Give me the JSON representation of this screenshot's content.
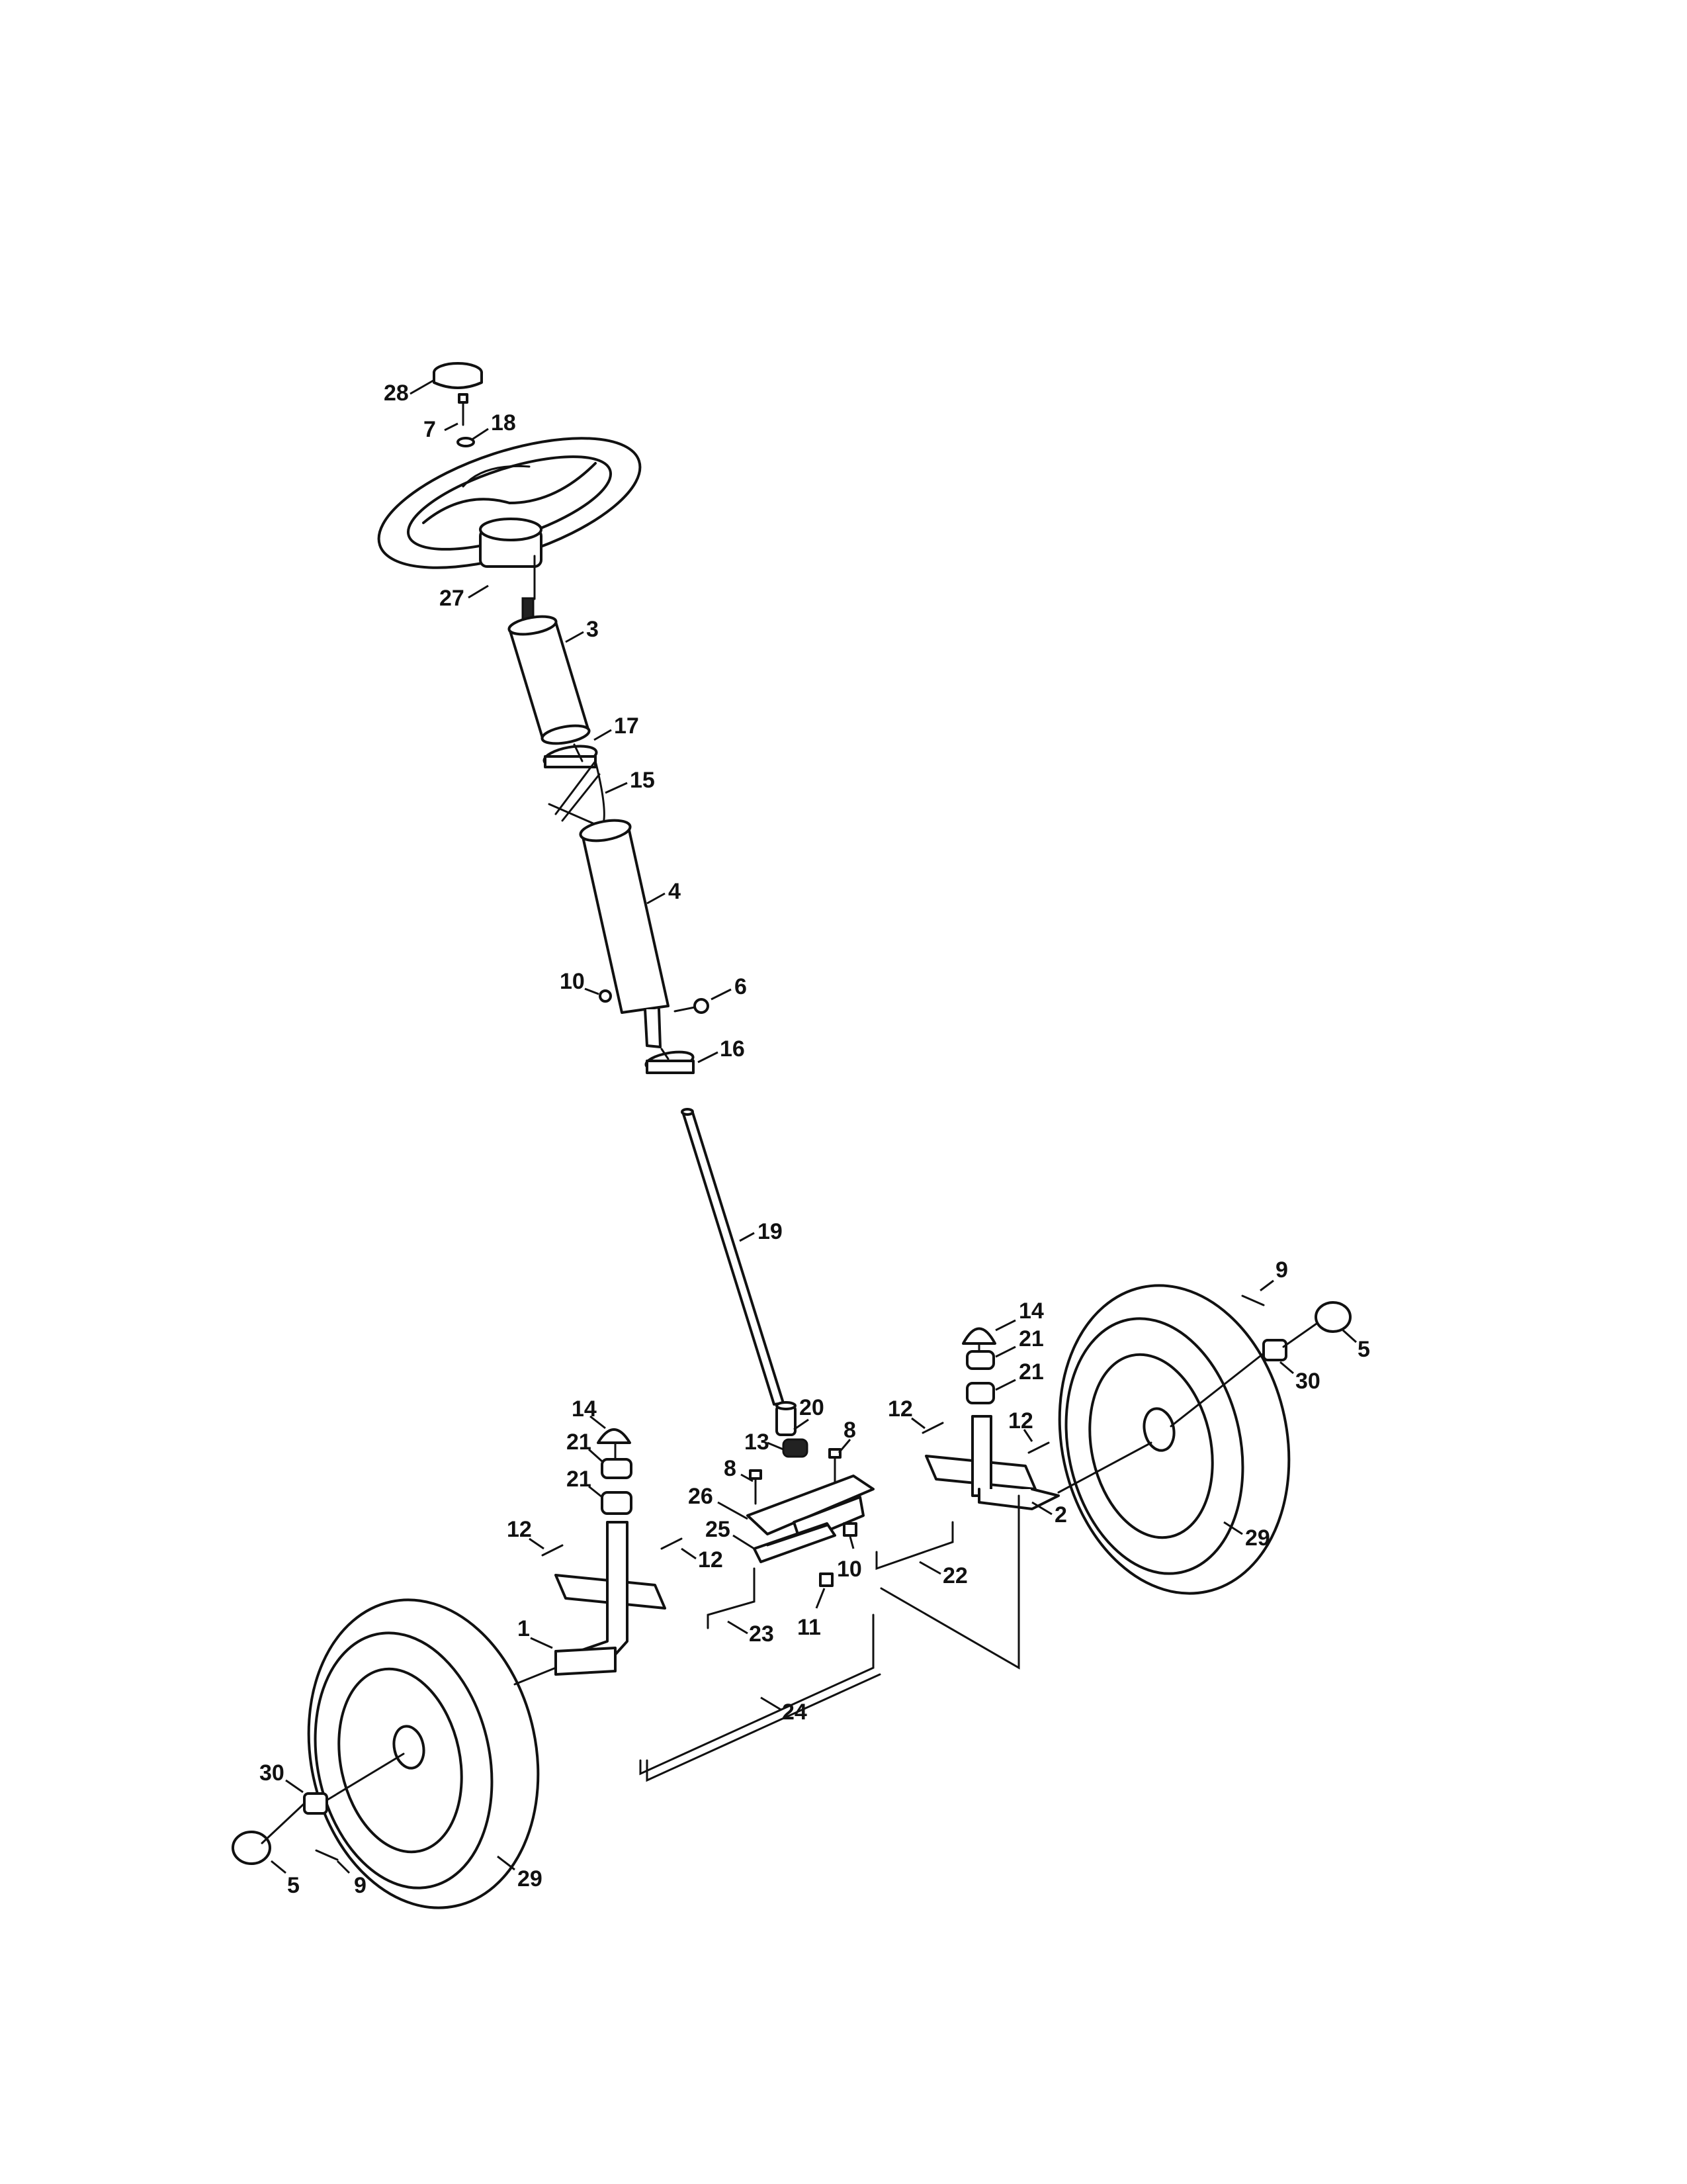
{
  "callouts": [
    {
      "id": "c28",
      "label": "28",
      "part": "steering-wheel-cap"
    },
    {
      "id": "c7",
      "label": "7",
      "part": "bolt"
    },
    {
      "id": "c18",
      "label": "18",
      "part": "washer"
    },
    {
      "id": "c27",
      "label": "27",
      "part": "steering-wheel"
    },
    {
      "id": "c3",
      "label": "3",
      "part": "upper-column-cover"
    },
    {
      "id": "c17",
      "label": "17",
      "part": "upper-bushing"
    },
    {
      "id": "c15",
      "label": "15",
      "part": "spring-clip"
    },
    {
      "id": "c4",
      "label": "4",
      "part": "lower-column-tube"
    },
    {
      "id": "c10a",
      "label": "10",
      "part": "nut"
    },
    {
      "id": "c6",
      "label": "6",
      "part": "bolt"
    },
    {
      "id": "c16",
      "label": "16",
      "part": "lower-bushing"
    },
    {
      "id": "c19",
      "label": "19",
      "part": "steering-shaft"
    },
    {
      "id": "c14a",
      "label": "14",
      "part": "cap"
    },
    {
      "id": "c21a",
      "label": "21",
      "part": "bushing"
    },
    {
      "id": "c21b",
      "label": "21",
      "part": "bushing"
    },
    {
      "id": "c12a",
      "label": "12",
      "part": "cotter-pin"
    },
    {
      "id": "c12b",
      "label": "12",
      "part": "cotter-pin"
    },
    {
      "id": "c1",
      "label": "1",
      "part": "left-spindle"
    },
    {
      "id": "c30a",
      "label": "30",
      "part": "washer"
    },
    {
      "id": "c5a",
      "label": "5",
      "part": "hub-cap"
    },
    {
      "id": "c9a",
      "label": "9",
      "part": "cotter-pin"
    },
    {
      "id": "c29a",
      "label": "29",
      "part": "front-wheel"
    },
    {
      "id": "c20",
      "label": "20",
      "part": "pinion-gear"
    },
    {
      "id": "c8a",
      "label": "8",
      "part": "bolt"
    },
    {
      "id": "c8b",
      "label": "8",
      "part": "bolt"
    },
    {
      "id": "c13",
      "label": "13",
      "part": "gear-bushing"
    },
    {
      "id": "c26",
      "label": "26",
      "part": "steering-bracket"
    },
    {
      "id": "c25",
      "label": "25",
      "part": "sector-gear"
    },
    {
      "id": "c10b",
      "label": "10",
      "part": "nut"
    },
    {
      "id": "c11",
      "label": "11",
      "part": "nut"
    },
    {
      "id": "c23",
      "label": "23",
      "part": "drag-link"
    },
    {
      "id": "c22",
      "label": "22",
      "part": "drag-link"
    },
    {
      "id": "c24",
      "label": "24",
      "part": "tie-rod"
    },
    {
      "id": "c14b",
      "label": "14",
      "part": "cap"
    },
    {
      "id": "c21c",
      "label": "21",
      "part": "bushing"
    },
    {
      "id": "c21d",
      "label": "21",
      "part": "bushing"
    },
    {
      "id": "c12c",
      "label": "12",
      "part": "cotter-pin"
    },
    {
      "id": "c12d",
      "label": "12",
      "part": "cotter-pin"
    },
    {
      "id": "c2",
      "label": "2",
      "part": "right-spindle"
    },
    {
      "id": "c9b",
      "label": "9",
      "part": "cotter-pin"
    },
    {
      "id": "c5b",
      "label": "5",
      "part": "hub-cap"
    },
    {
      "id": "c30b",
      "label": "30",
      "part": "washer"
    },
    {
      "id": "c29b",
      "label": "29",
      "part": "front-wheel"
    }
  ]
}
